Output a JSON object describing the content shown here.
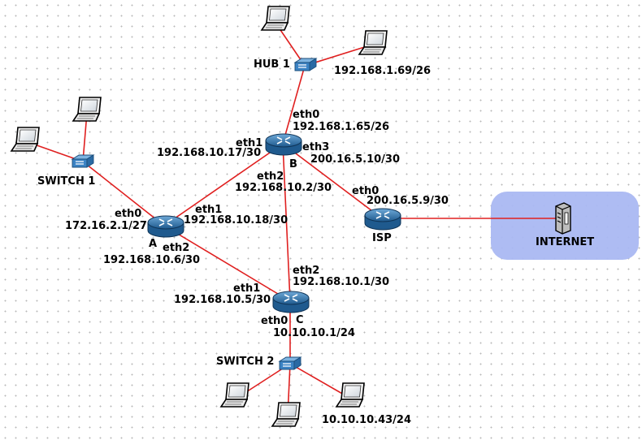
{
  "colors": {
    "link": "#e02020",
    "router": "#2f6fa8",
    "switch": "#3b83c4",
    "cloud": "#aab8f2"
  },
  "devices": {
    "hub1": {
      "name": "HUB 1"
    },
    "switch1": {
      "name": "SWITCH 1"
    },
    "switch2": {
      "name": "SWITCH 2"
    },
    "router_a": {
      "name": "A"
    },
    "router_b": {
      "name": "B"
    },
    "router_c": {
      "name": "C"
    },
    "isp": {
      "name": "ISP"
    },
    "internet": {
      "name": "INTERNET"
    }
  },
  "labels": {
    "hub_pc_ip": "192.168.1.69/26",
    "b_eth0": "eth0",
    "b_eth0_ip": "192.168.1.65/26",
    "b_eth1": "eth1",
    "b_eth1_ip": "192.168.10.17/30",
    "b_eth3": "eth3",
    "b_eth3_ip": "200.16.5.10/30",
    "b_eth2": "eth2",
    "b_eth2_ip": "192.168.10.2/30",
    "isp_eth0": "eth0",
    "isp_eth0_ip": "200.16.5.9/30",
    "a_eth0": "eth0",
    "a_eth0_ip": "172.16.2.1/27",
    "a_eth1": "eth1",
    "a_eth1_ip": "192.168.10.18/30",
    "a_eth2": "eth2",
    "a_eth2_ip": "192.168.10.6/30",
    "c_eth2": "eth2",
    "c_eth2_ip": "192.168.10.1/30",
    "c_eth1": "eth1",
    "c_eth1_ip": "192.168.10.5/30",
    "c_eth0": "eth0",
    "c_eth0_ip": "10.10.10.1/24",
    "sw2_pc_ip": "10.10.10.43/24"
  }
}
